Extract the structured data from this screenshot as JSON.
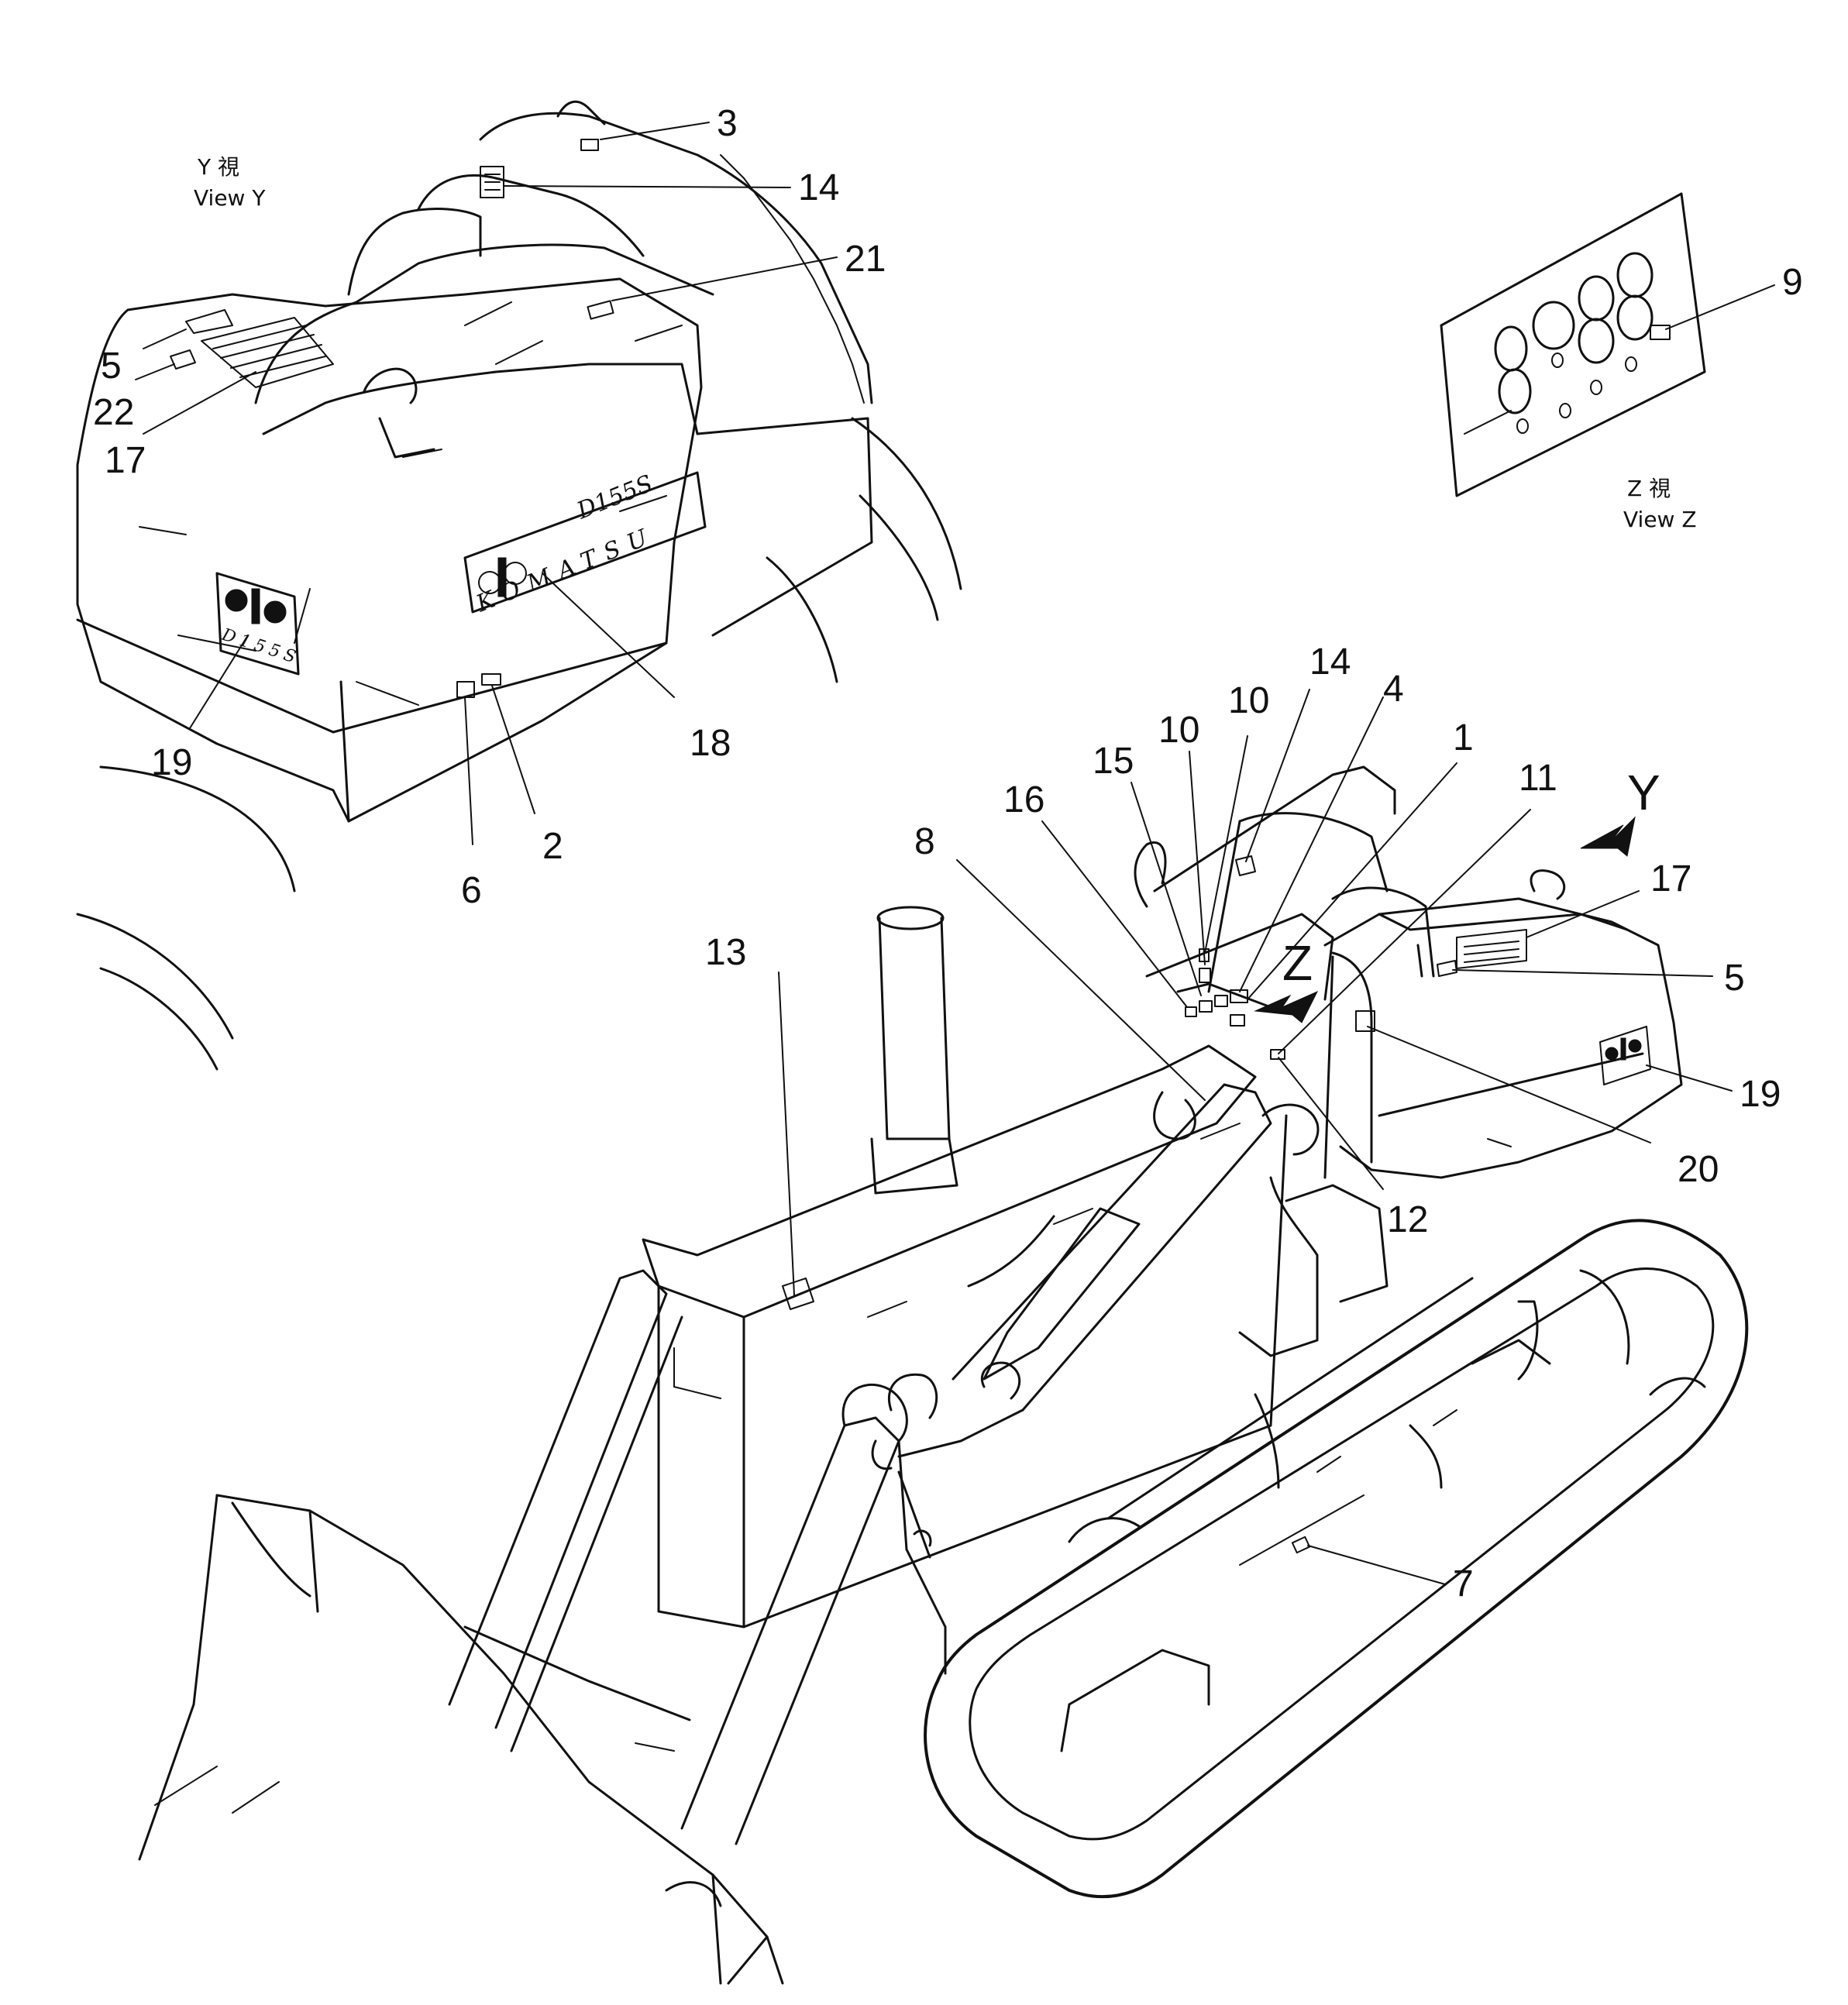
{
  "view_y": {
    "jp": "Y 視",
    "en": "View Y",
    "letter": "Y"
  },
  "view_z": {
    "jp": "Z 視",
    "en": "View Z",
    "letter": "Z"
  },
  "badges": {
    "hood_model": "D155S",
    "hood_brand": "KOMATSU",
    "rear_model": "D155S"
  },
  "callouts": {
    "c1": "1",
    "c2": "2",
    "c3": "3",
    "c4": "4",
    "c5a": "5",
    "c5b": "5",
    "c6": "6",
    "c7": "7",
    "c8": "8",
    "c9": "9",
    "c10a": "10",
    "c10b": "10",
    "c11": "11",
    "c12": "12",
    "c13": "13",
    "c14a": "14",
    "c14b": "14",
    "c15": "15",
    "c16": "16",
    "c17a": "17",
    "c17b": "17",
    "c18": "18",
    "c19a": "19",
    "c19b": "19",
    "c20": "20",
    "c21": "21",
    "c22": "22"
  }
}
